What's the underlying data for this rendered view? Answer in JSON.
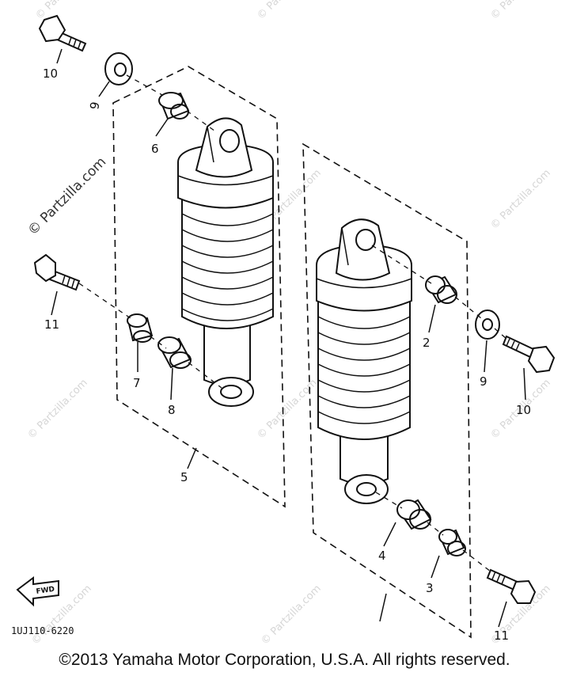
{
  "watermark": {
    "text": "© Partzilla.com"
  },
  "callouts": [
    {
      "id": "callout-2",
      "label": "2"
    },
    {
      "id": "callout-3",
      "label": "3"
    },
    {
      "id": "callout-4",
      "label": "4"
    },
    {
      "id": "callout-5",
      "label": "5"
    },
    {
      "id": "callout-6",
      "label": "6"
    },
    {
      "id": "callout-7",
      "label": "7"
    },
    {
      "id": "callout-8",
      "label": "8"
    },
    {
      "id": "callout-9-left",
      "label": "9"
    },
    {
      "id": "callout-9-right",
      "label": "9"
    },
    {
      "id": "callout-10-left",
      "label": "10"
    },
    {
      "id": "callout-10-right",
      "label": "10"
    },
    {
      "id": "callout-11-left",
      "label": "11"
    },
    {
      "id": "callout-11-right",
      "label": "11"
    }
  ],
  "diagram_code": "1UJ110-6220",
  "fwd_label": "FWD",
  "copyright": "©2013  Yamaha Motor Corporation, U.S.A. All rights reserved."
}
